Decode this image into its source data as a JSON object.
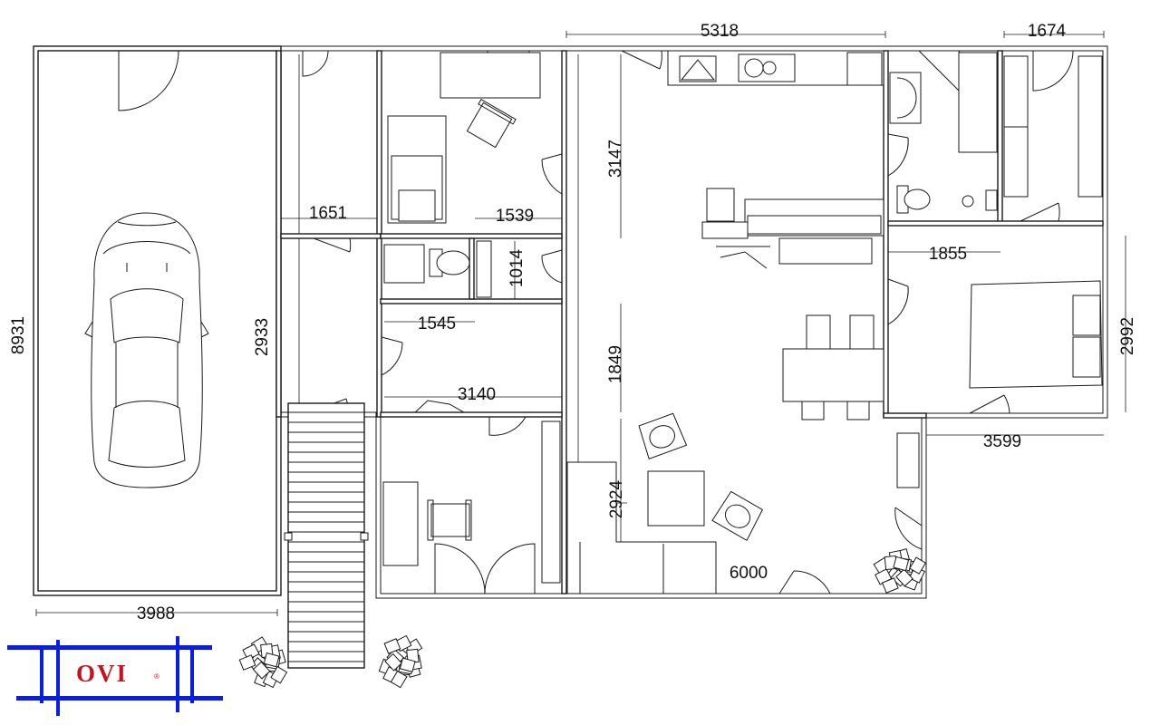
{
  "floor_plan": {
    "dimensions": {
      "top_main": "5318",
      "top_right": "1674",
      "left_total": "8931",
      "garage_width": "3988",
      "hall_height": "2933",
      "hall_width": "1651",
      "bedroom1_width": "1539",
      "wc_depth": "1014",
      "storage_width": "1545",
      "laundry_width": "3140",
      "living_top": "3147",
      "living_mid": "1849",
      "living_bottom": "2924",
      "living_width": "6000",
      "bedroom2_width": "1855",
      "bedroom2_height": "2992",
      "terrace_width": "3599"
    }
  },
  "logo": {
    "text": "OVI",
    "mark": "®",
    "colors": {
      "frame": "#0a1ee0",
      "text": "#c8101e"
    }
  }
}
